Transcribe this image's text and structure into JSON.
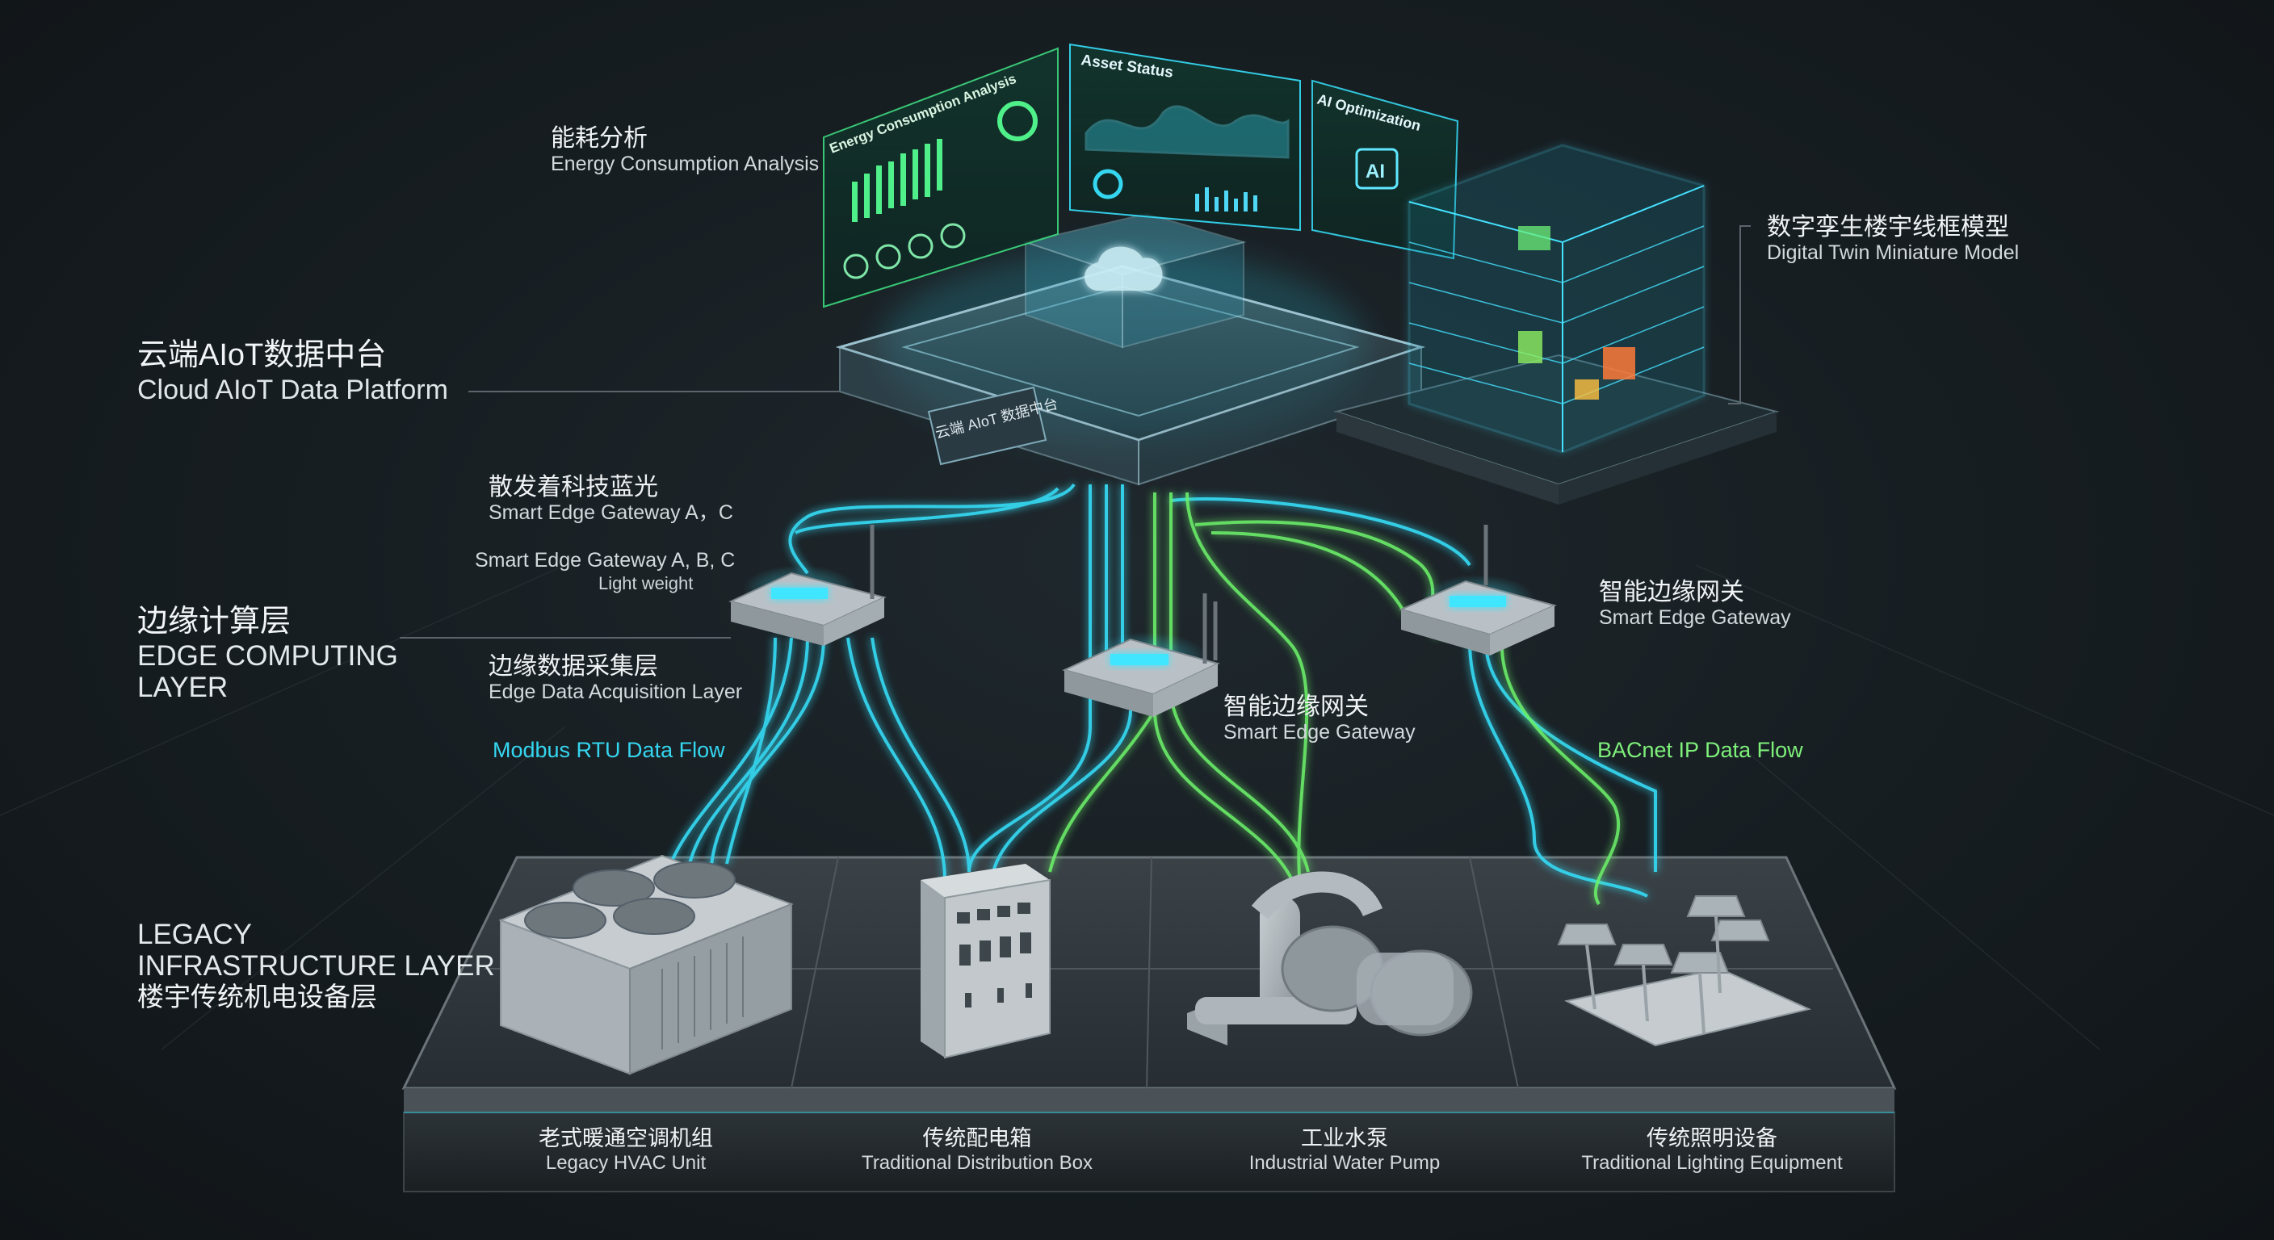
{
  "labels": {
    "energy": {
      "zh": "能耗分析",
      "en": "Energy Consumption Analysis"
    },
    "twin": {
      "zh": "数字孪生楼宇线框模型",
      "en": "Digital Twin Miniature Model"
    },
    "cloud": {
      "zh": "云端AIoT数据中台",
      "en": "Cloud AIoT Data Platform"
    },
    "glow": {
      "zh": "散发着科技蓝光",
      "en": "Smart Edge Gateway A，C"
    },
    "gateway_abc": {
      "en": "Smart Edge Gateway A, B, C",
      "sub": "Light weight"
    },
    "edge_layer": {
      "zh": "边缘计算层",
      "en1": "EDGE COMPUTING",
      "en2": "LAYER"
    },
    "acq": {
      "zh": "边缘数据采集层",
      "en": "Edge Data Acquisition Layer"
    },
    "gw_right": {
      "zh": "智能边缘网关",
      "en": "Smart Edge Gateway"
    },
    "gw_center": {
      "zh": "智能边缘网关",
      "en": "Smart Edge Gateway"
    },
    "modbus": "Modbus RTU Data Flow",
    "bacnet": "BACnet IP Data Flow",
    "legacy_layer": {
      "en1": "LEGACY",
      "en2": "INFRASTRUCTURE LAYER",
      "zh": "楼宇传统机电设备层"
    }
  },
  "devices": [
    {
      "zh": "老式暖通空调机组",
      "en": "Legacy HVAC Unit"
    },
    {
      "zh": "传统配电箱",
      "en": "Traditional Distribution Box"
    },
    {
      "zh": "工业水泵",
      "en": "Industrial Water Pump"
    },
    {
      "zh": "传统照明设备",
      "en": "Traditional Lighting Equipment"
    }
  ],
  "panels": {
    "energy_title": "Energy Consumption Analysis",
    "asset_title": "Asset Status",
    "ai_title": "AI Optimization",
    "ai_badge": "AI",
    "platform_plate": "云端 AIoT 数据中台"
  },
  "colors": {
    "cyan": "#35d6f0",
    "green": "#7ef07a",
    "background": "#141a1e"
  }
}
